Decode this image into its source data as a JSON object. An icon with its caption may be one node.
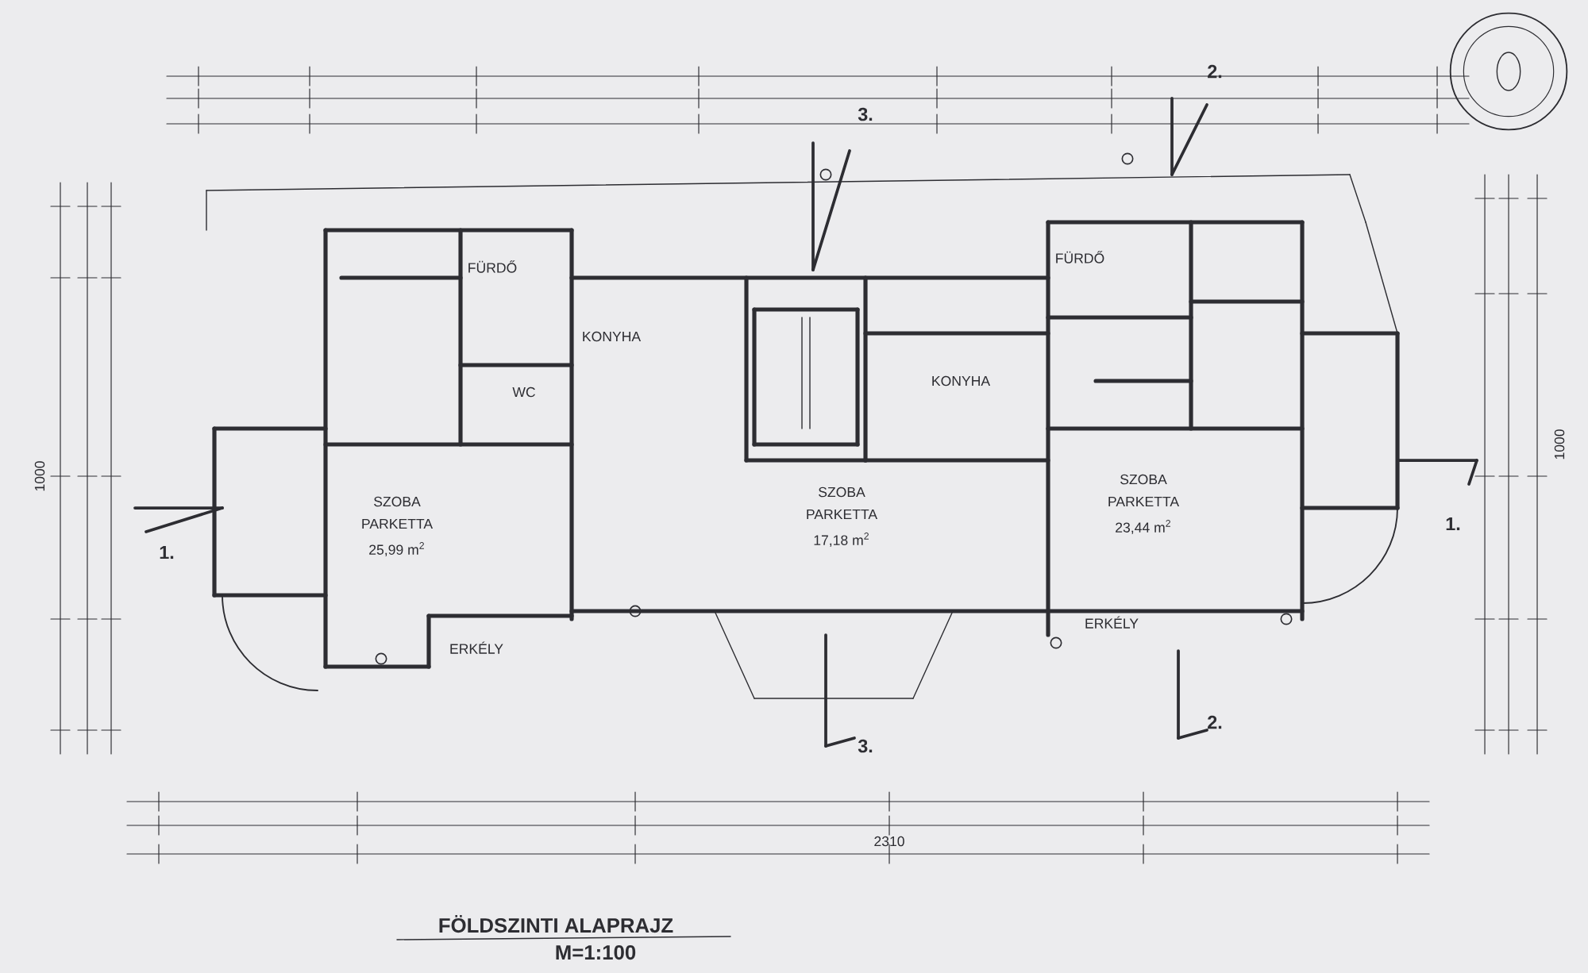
{
  "diagram": {
    "title": "FÖLDSZINTI ALAPRAJZ",
    "labels": [
      "3.",
      "2.",
      "FÜRDŐ",
      "FÜRDŐ",
      "KONYHA",
      "KONYHA",
      "WC",
      "SZOBA",
      "PARKETTA",
      "25,99 m$^{2}$",
      "SZOBA",
      "PARKETTA",
      "17,18 m$^{2}$",
      "SZOBA",
      "PARKETTA",
      "23,44 m$^{2}$",
      "1.",
      "1.",
      "ERKÉLY",
      "ERKÉLY",
      "3.",
      "2.",
      "1000",
      "1000",
      "2310",
      "M=1:100"
    ]
  }
}
